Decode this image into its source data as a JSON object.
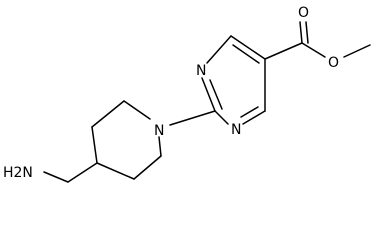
{
  "molecule": {
    "atoms": {
      "pyrimidine_n_upper": "N",
      "pyrimidine_n_lower": "N",
      "piperidine_n": "N",
      "carbonyl_o": "O",
      "ester_o": "O",
      "amine": "H2N"
    }
  }
}
